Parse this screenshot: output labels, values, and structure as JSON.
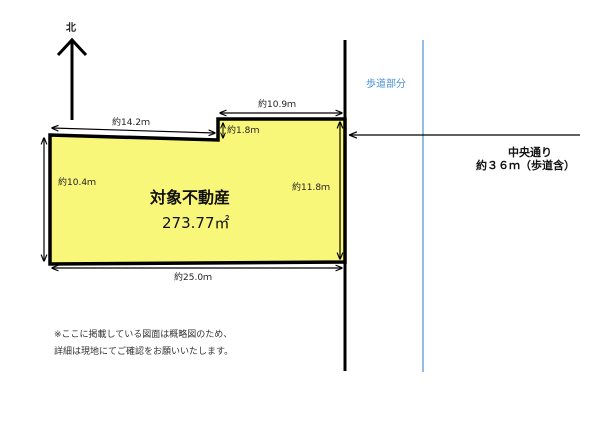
{
  "compass": {
    "label": "北",
    "icon": "north-arrow-icon"
  },
  "property": {
    "title": "対象不動産",
    "area": "273.77㎡",
    "fill_color": "#f9f77a",
    "outline_color": "#000000"
  },
  "dimensions": {
    "top_left": "約14.2ｍ",
    "top_right": "約10.9ｍ",
    "step": "約1.8ｍ",
    "left": "約10.4ｍ",
    "right": "約11.8ｍ",
    "bottom": "約25.0ｍ"
  },
  "road": {
    "sidewalk_label": "歩道部分",
    "sidewalk_color": "#4a90d9",
    "name": "中央通り",
    "width": "約３６ｍ（歩道含）"
  },
  "notes": {
    "line1": "※ここに掲載している図面は概略図のため、",
    "line2": "詳細は現地にてご確認をお願いいたします。"
  }
}
